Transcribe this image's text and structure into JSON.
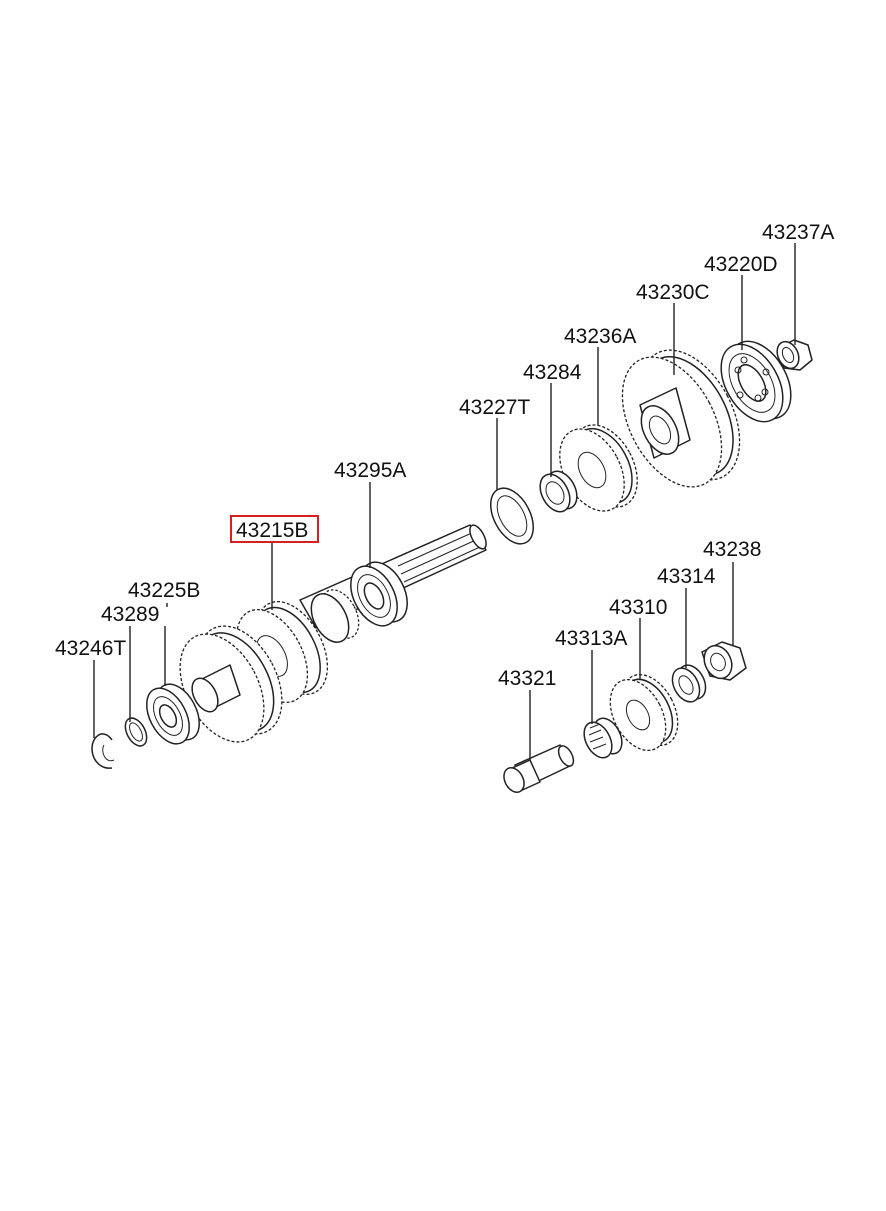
{
  "diagram": {
    "highlight_color": "#d62020",
    "highlighted_part": "43215B",
    "parts": {
      "p43237A": "43237A",
      "p43220D": "43220D",
      "p43230C": "43230C",
      "p43236A": "43236A",
      "p43284": "43284",
      "p43227T": "43227T",
      "p43295A": "43295A",
      "p43215B": "43215B",
      "p43225B": "43225B",
      "p43289": "43289",
      "p43246T": "43246T",
      "p43238": "43238",
      "p43314": "43314",
      "p43310": "43310",
      "p43313A": "43313A",
      "p43321": "43321"
    }
  }
}
